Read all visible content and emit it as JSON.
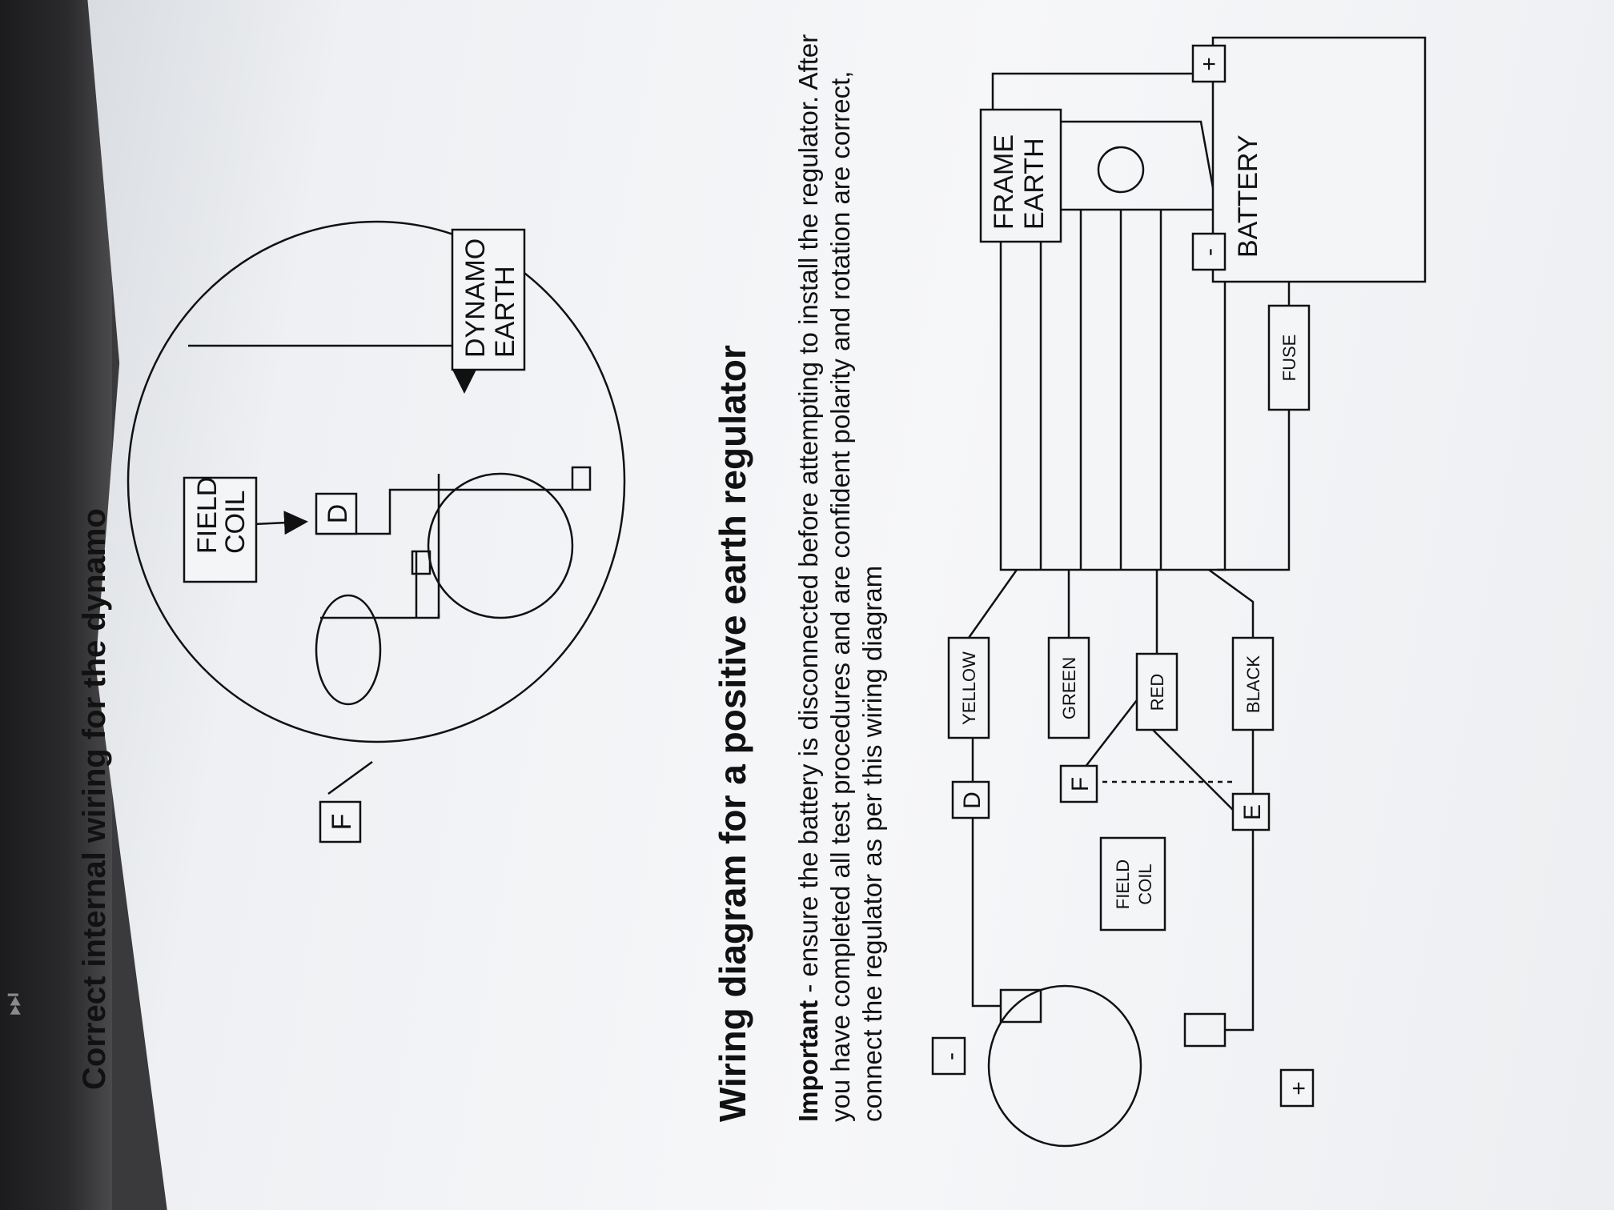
{
  "top_title": "Correct internal wiring for the dynamo",
  "top_diagram": {
    "field_coil_label": [
      "FIELD",
      "COIL"
    ],
    "f_terminal": "F",
    "d_terminal": "D",
    "dynamo_earth_label": [
      "DYNAMO",
      "EARTH"
    ]
  },
  "section_title": "Wiring diagram for a positive earth regulator",
  "important_label": "Important",
  "important_text": " - ensure the battery is disconnected before attempting to install the regulator. After you have completed all test procedures and are confident polarity and rotation are correct, connect the regulator as per this wiring diagram",
  "bottom_diagram": {
    "minus_terminal": "-",
    "plus_terminal": "+",
    "d_terminal": "D",
    "f_terminal": "F",
    "e_terminal": "E",
    "field_coil_label": [
      "FIELD",
      "COIL"
    ],
    "wires": [
      "YELLOW",
      "GREEN",
      "RED",
      "BLACK"
    ],
    "fuse_label": "FUSE",
    "frame_earth_label": [
      "FRAME",
      "EARTH"
    ],
    "battery_label": "BATTERY",
    "battery_minus": "-",
    "battery_plus": "+"
  },
  "skip_icon_glyph": "⏭"
}
